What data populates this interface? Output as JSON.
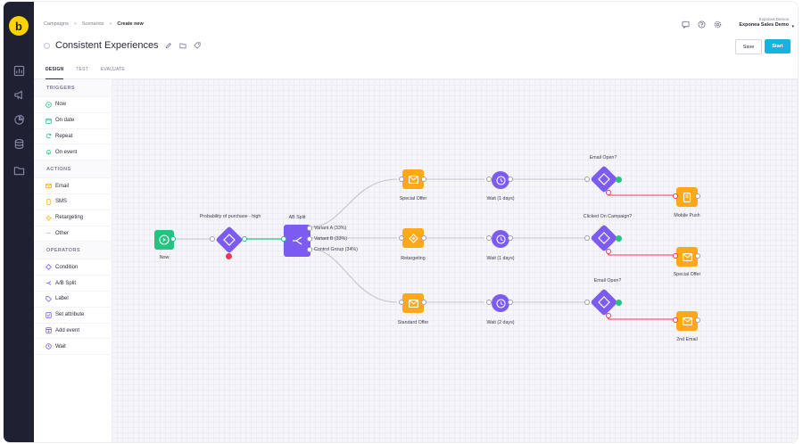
{
  "rail": {
    "logo": "b",
    "icons": [
      "dashboard-icon",
      "megaphone-icon",
      "analytics-icon",
      "database-icon",
      "folder-icon"
    ]
  },
  "header": {
    "breadcrumb": [
      "Campaigns",
      "Scenarios",
      "Create new"
    ],
    "breadcrumb_sep": "»",
    "title": "Consistent Experiences",
    "account_sub": "Exponea Demos",
    "account_main": "Exponea Sales Demo",
    "save_label": "Save",
    "start_label": "Start"
  },
  "tabs": [
    "DESIGN",
    "TEST",
    "EVALUATE"
  ],
  "palette": {
    "triggers_title": "TRIGGERS",
    "triggers": [
      "Now",
      "On date",
      "Repeat",
      "On event"
    ],
    "actions_title": "ACTIONS",
    "actions": [
      "Email",
      "SMS",
      "Retargeting",
      "Other"
    ],
    "operators_title": "OPERATORS",
    "operators": [
      "Condition",
      "A/B Split",
      "Label",
      "Set attribute",
      "Add event",
      "Wait"
    ]
  },
  "flow": {
    "now": "Now",
    "probability": "Probability of purchase - high",
    "ab_split": "AB Split",
    "variant_a": "Variant A (33%)",
    "variant_b": "Variant B (33%)",
    "control": "Control Group (34%)",
    "special_offer": "Special Offer",
    "retargeting": "Retargeting",
    "standard_offer": "Standard Offer",
    "wait_1a": "Wait (1 days)",
    "wait_1b": "Wait (1 days)",
    "wait_2": "Wait (2 days)",
    "email_open_1": "Email Open?",
    "clicked_campaign": "Clicked On Campaign?",
    "email_open_2": "Email Open?",
    "mobile_push": "Mobile Push",
    "special_offer_2": "Special Offer",
    "second_email": "2nd Email"
  },
  "colors": {
    "rail": "#1f2032",
    "logo": "#ffd200",
    "start": "#14b4dc",
    "trigger": "#26c281",
    "operator": "#7c5cf0",
    "action": "#ffa81a",
    "yes": "#26c281",
    "no": "#f0355e"
  }
}
